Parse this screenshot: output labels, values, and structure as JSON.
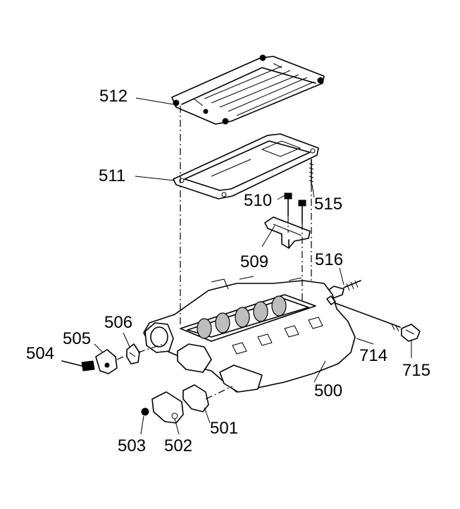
{
  "callouts": {
    "c512": "512",
    "c511": "511",
    "c510": "510",
    "c515": "515",
    "c509": "509",
    "c516": "516",
    "c506": "506",
    "c505": "505",
    "c504": "504",
    "c714": "714",
    "c715": "715",
    "c500": "500",
    "c501": "501",
    "c502": "502",
    "c503": "503"
  }
}
